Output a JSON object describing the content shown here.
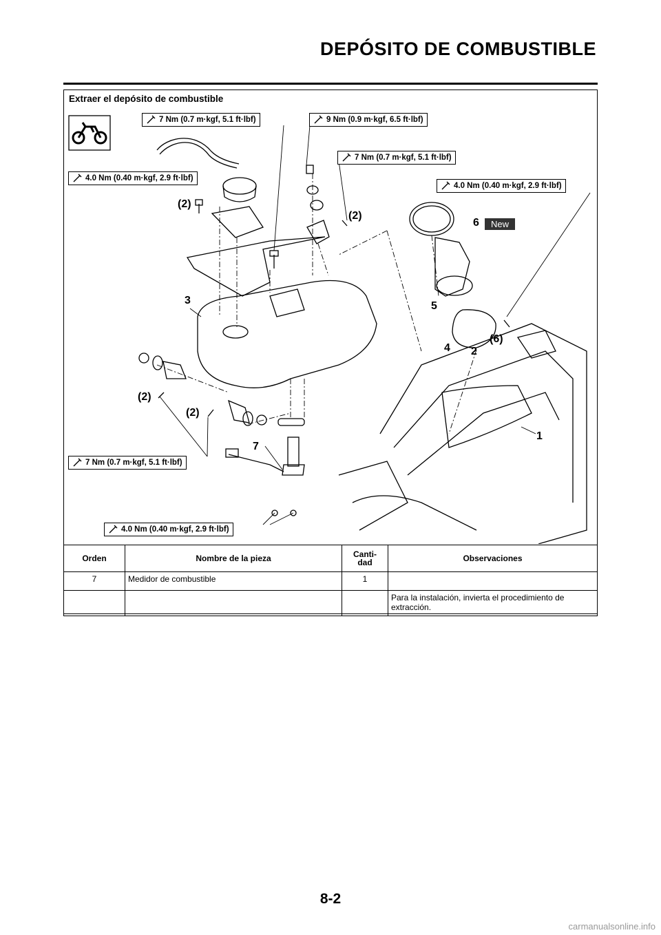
{
  "header": {
    "title": "DEPÓSITO DE COMBUSTIBLE"
  },
  "section_title": "Extraer el depósito de combustible",
  "torque_specs": [
    "7 Nm (0.7 m·kgf, 5.1 ft·lbf)",
    "9 Nm (0.9 m·kgf, 6.5 ft·lbf)",
    "7 Nm (0.7 m·kgf, 5.1 ft·lbf)",
    "4.0 Nm (0.40 m·kgf, 2.9 ft·lbf)",
    "4.0 Nm (0.40 m·kgf, 2.9 ft·lbf)",
    "7 Nm (0.7 m·kgf, 5.1 ft·lbf)",
    "4.0 Nm (0.40 m·kgf, 2.9 ft·lbf)"
  ],
  "callouts": [
    "(2)",
    "(2)",
    "6",
    "5",
    "3",
    "(6)",
    "4",
    "2",
    "(2)",
    "(2)",
    "1",
    "7"
  ],
  "new_badge": "New",
  "table": {
    "headers": [
      "Orden",
      "Nombre de la pieza",
      "Canti-\ndad",
      "Observaciones"
    ],
    "rows": [
      {
        "order": "7",
        "name": "Medidor de combustible",
        "qty": "1",
        "obs": ""
      },
      {
        "order": "",
        "name": "",
        "qty": "",
        "obs": "Para la instalación, invierta el procedimiento de extracción."
      }
    ]
  },
  "footer": {
    "page_number": "8-2"
  },
  "watermark": "carmanualsonline.info"
}
